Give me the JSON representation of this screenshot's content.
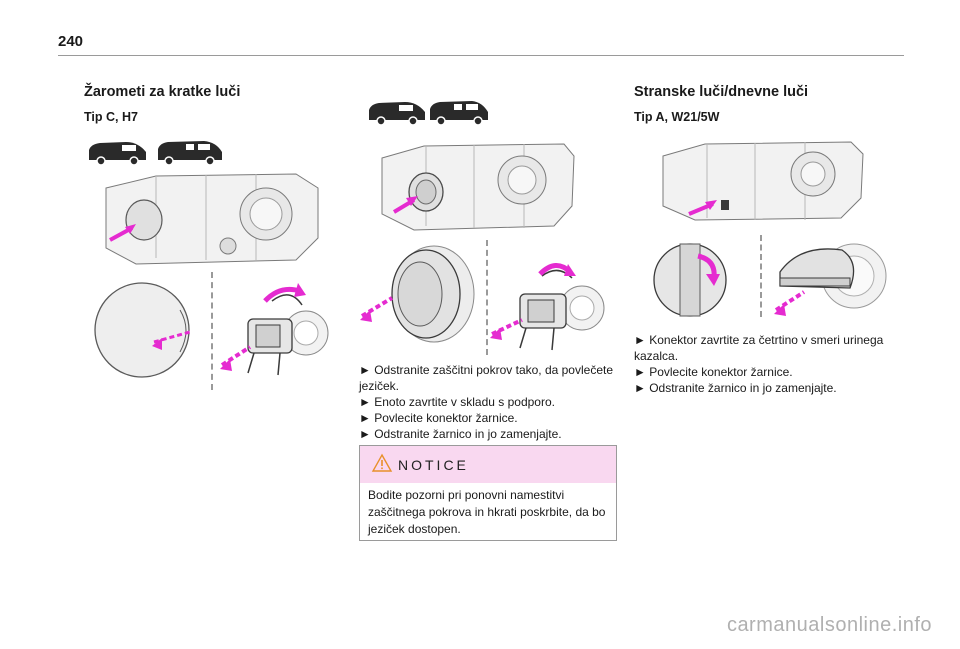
{
  "page": {
    "number": "240"
  },
  "left": {
    "heading": "Žarometi za kratke luči",
    "subheading": "Tip C, H7"
  },
  "middle": {
    "steps": [
      "► Odstranite zaščitni pokrov tako, da povlečete jeziček.",
      "► Enoto zavrtite v skladu s podporo.",
      "► Povlecite konektor žarnice.",
      "► Odstranite žarnico in jo zamenjajte."
    ],
    "notice": {
      "title": "NOTICE",
      "text": "Bodite pozorni pri ponovni namestitvi zaščitnega pokrova in hkrati poskrbite, da bo jeziček dostopen."
    }
  },
  "right": {
    "heading": "Stranske luči/dnevne luči",
    "subheading": "Tip A, W21/5W",
    "steps": [
      "► Konektor zavrtite za četrtino v smeri urinega kazalca.",
      "► Povlecite konektor žarnice.",
      "► Odstranite žarnico in jo zamenjajte."
    ]
  },
  "footer": {
    "watermark": "carmanualsonline.info"
  },
  "colors": {
    "accent": "#e52bd0",
    "notice_bg": "#f9d8f0",
    "van_fill": "#2a2a2a"
  },
  "icons": [
    "van-short-icon",
    "van-long-icon",
    "warning-icon",
    "arrow-icon"
  ]
}
